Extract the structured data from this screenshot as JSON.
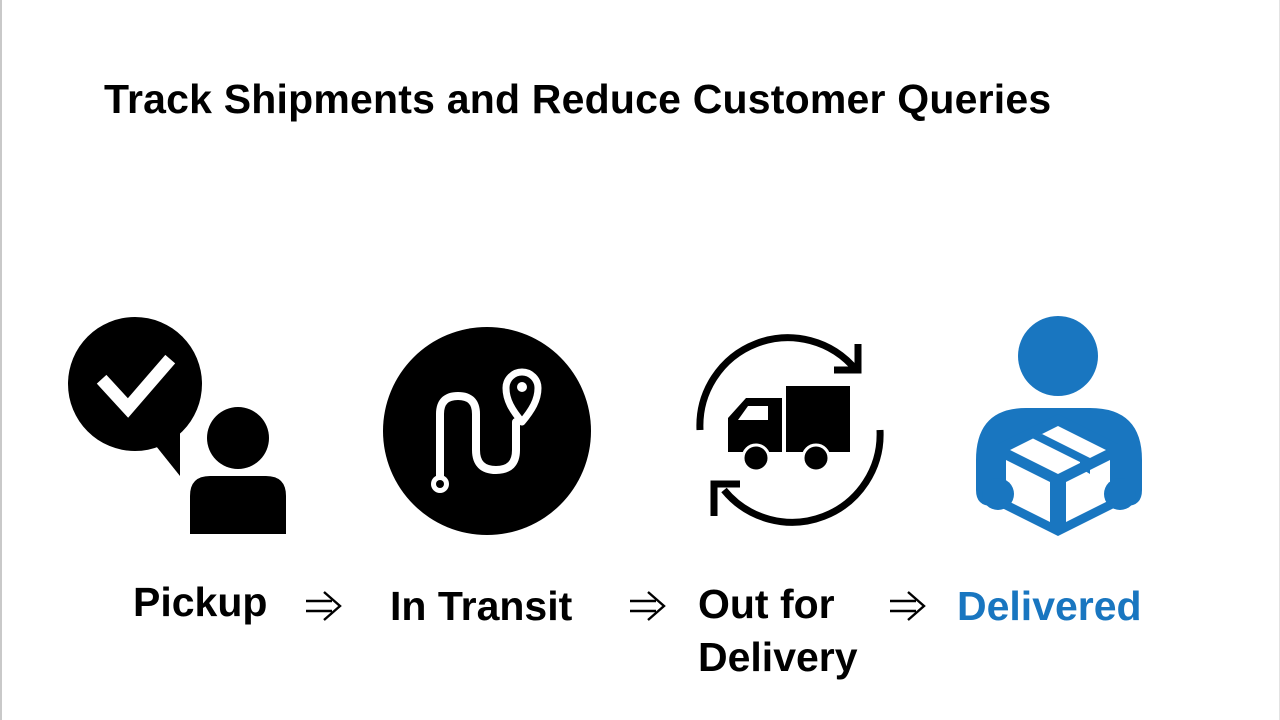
{
  "title": "Track Shipments and Reduce Customer Queries",
  "steps": [
    {
      "label": "Pickup",
      "icon": "chat-check-person-icon"
    },
    {
      "label": "In Transit",
      "icon": "route-pin-icon"
    },
    {
      "label_line1": "Out for",
      "label_line2": "Delivery",
      "icon": "truck-refresh-icon"
    },
    {
      "label": "Delivered",
      "icon": "person-holding-box-icon"
    }
  ],
  "colors": {
    "text": "#000000",
    "accent": "#1976c0"
  }
}
